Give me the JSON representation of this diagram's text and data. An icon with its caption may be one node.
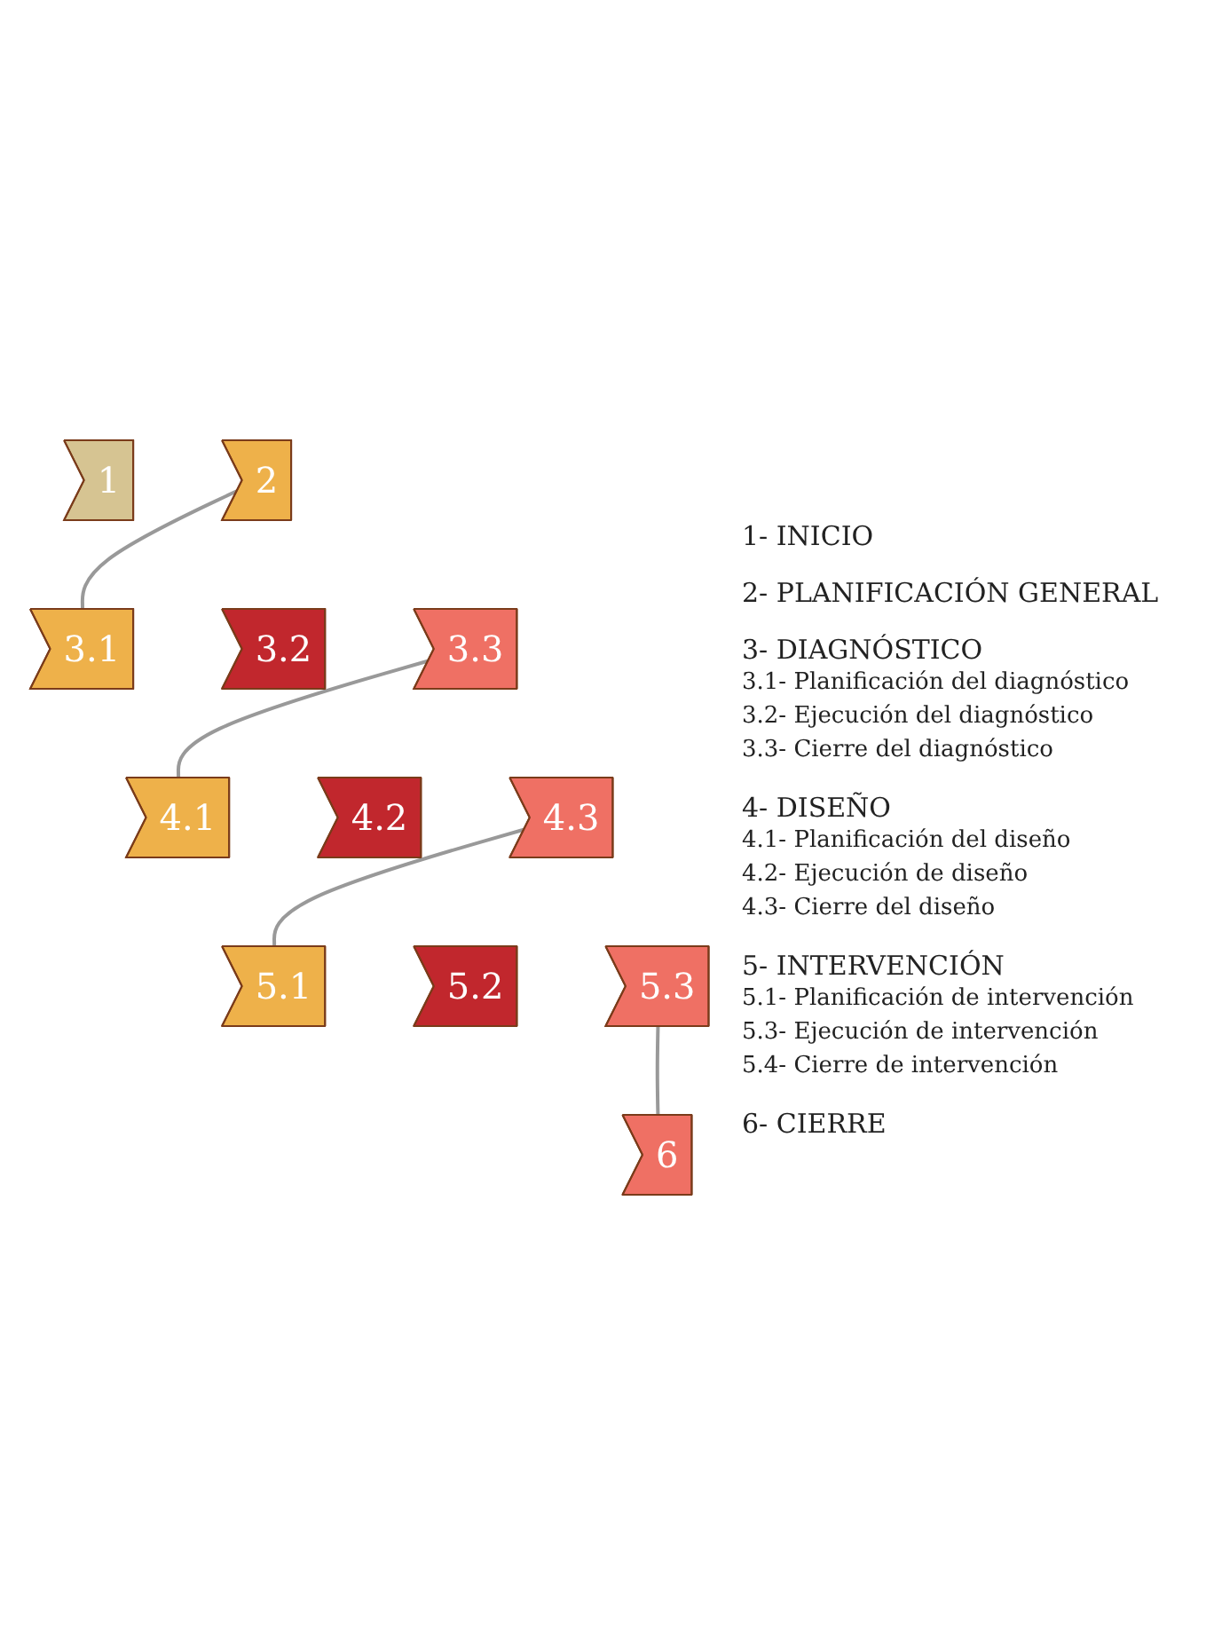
{
  "diagram": {
    "nodes": [
      {
        "text": [
          "1"
        ]
      },
      {
        "text": [
          "2"
        ]
      },
      {
        "text": [
          "3.1"
        ]
      },
      {
        "text": [
          "3.2"
        ]
      },
      {
        "text": [
          "3.3"
        ]
      },
      {
        "text": [
          "4.1"
        ]
      },
      {
        "text": [
          "4.2"
        ]
      },
      {
        "text": [
          "4.3"
        ]
      },
      {
        "text": [
          "5.1"
        ]
      },
      {
        "text": [
          "5.2"
        ]
      },
      {
        "text": [
          "5.3"
        ]
      },
      {
        "text": [
          "6"
        ]
      }
    ],
    "edges": [
      {
        "from": 1,
        "to": 2,
        "arrow": "none"
      },
      {
        "from": 4,
        "to": 5,
        "arrow": "none"
      },
      {
        "from": 7,
        "to": 8,
        "arrow": "none"
      },
      {
        "from": 10,
        "to": 11,
        "arrow": "none"
      }
    ],
    "labels": [
      "1- INICIO",
      "2- PLANIFICACIÓN GENERAL",
      "3- DIAGNÓSTICO",
      "3.1- Planificación del diagnóstico",
      "3.2- Ejecución del diagnóstico",
      "3.3- Cierre del diagnóstico",
      "4- DISEÑO",
      "4.1- Planificación del diseño",
      "4.2- Ejecución de diseño",
      "4.3- Cierre del diseño",
      "5- INTERVENCIÓN",
      "5.1- Planificación de intervención",
      "5.3- Ejecución de intervención",
      "5.4- Cierre de intervención",
      "6- CIERRE"
    ]
  }
}
